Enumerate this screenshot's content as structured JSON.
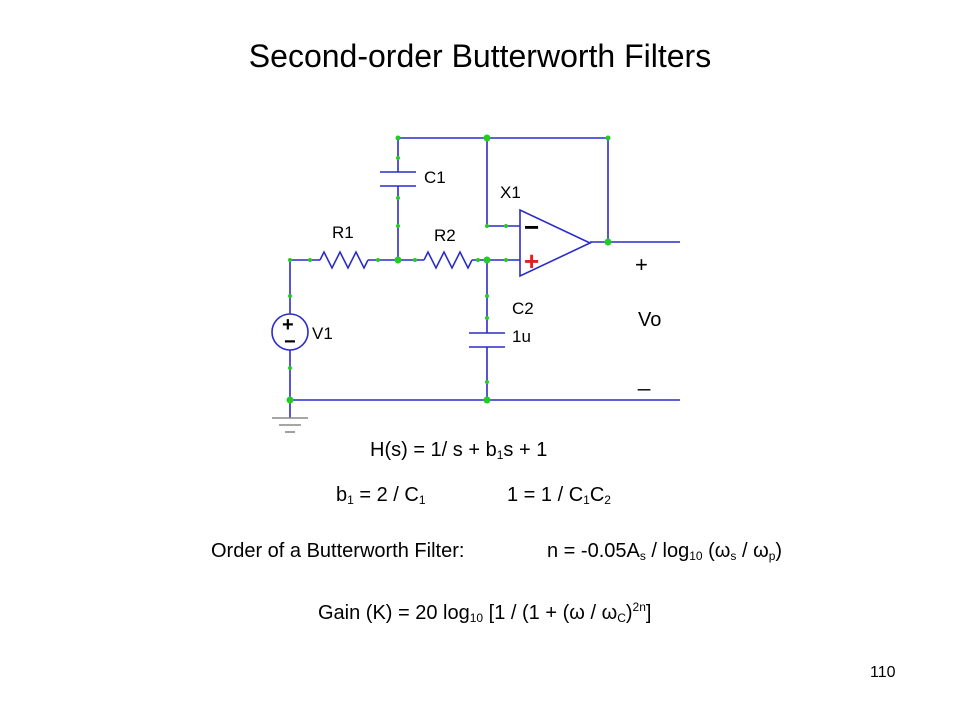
{
  "slide": {
    "title": "Second-order Butterworth Filters",
    "page_number": "110"
  },
  "circuit": {
    "labels": {
      "c1": "C1",
      "x1": "X1",
      "r1": "R1",
      "r2": "R2",
      "c2": "C2",
      "c2_value": "1u",
      "v1": "V1",
      "vo": "Vo",
      "out_plus": "+",
      "out_minus": "_",
      "opamp_minus": "−",
      "opamp_plus": "+",
      "src_plus": "+",
      "src_minus": "−"
    },
    "colors": {
      "wire": "#2c2cc8",
      "node_dot": "#22cc22",
      "opamp_minus": "#000000",
      "opamp_plus": "#e02020"
    }
  },
  "equations": {
    "transfer": {
      "lhs": "H(s) = 1/ s + b",
      "b_sub": "1",
      "rhs": "s + 1"
    },
    "b1": {
      "b": "b",
      "b_sub": "1",
      "mid": " = 2 / C",
      "c_sub": "1"
    },
    "one_eq": {
      "pre": "1 = 1 / C",
      "c1_sub": "1",
      "c": "C",
      "c2_sub": "2"
    },
    "order": {
      "label": "Order of a Butterworth Filter:",
      "pre": "n = -0.05A",
      "as_sub": "s",
      "mid": " / log",
      "log_sub": "10",
      "paren": " (",
      "w": "ω",
      "ws_sub": "s",
      "slash": " / ",
      "wp_sub": "p",
      "close": ")"
    },
    "gain": {
      "pre": "Gain (K) = 20 log",
      "log_sub": "10",
      "mid": " [1 / (1 + (",
      "w": "ω",
      "slash": " / ",
      "wc_sub": "C",
      "close": ")",
      "exp": "2n",
      "end": "]"
    }
  }
}
